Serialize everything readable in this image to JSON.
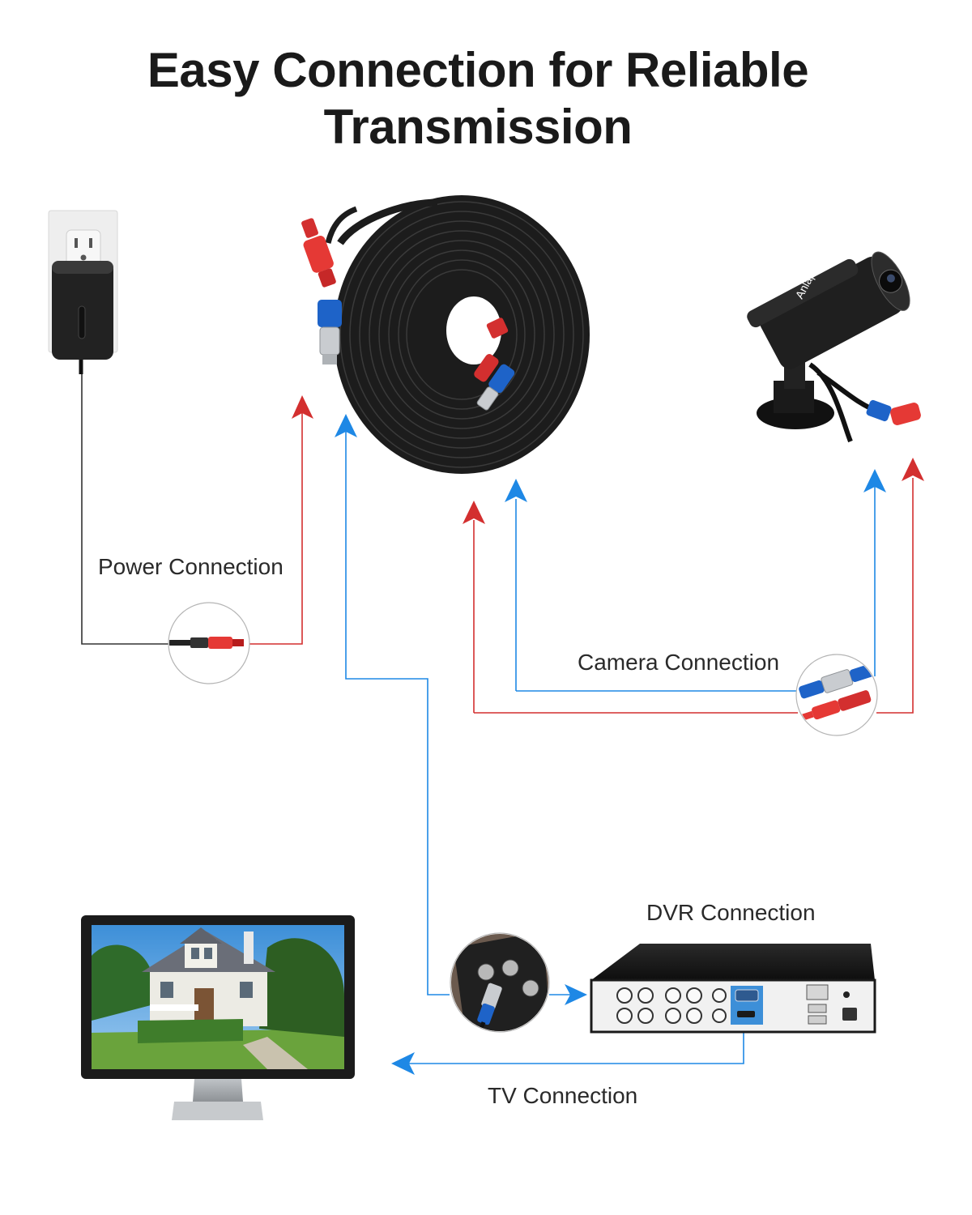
{
  "title": {
    "line1": "Easy Connection for Reliable",
    "line2": "Transmission"
  },
  "labels": {
    "power": "Power Connection",
    "camera": "Camera Connection",
    "dvr": "DVR Connection",
    "tv": "TV Connection"
  },
  "camera": {
    "brand": "Anlapus"
  },
  "colors": {
    "power_line": "#d32f2f",
    "video_line": "#1e88e5",
    "cable": "#1c1c1c",
    "title": "#1a1a1a"
  },
  "icons": [
    "wall-outlet-icon",
    "power-adapter-icon",
    "coax-cable-icon",
    "bullet-camera-icon",
    "dvr-recorder-icon",
    "monitor-icon"
  ]
}
